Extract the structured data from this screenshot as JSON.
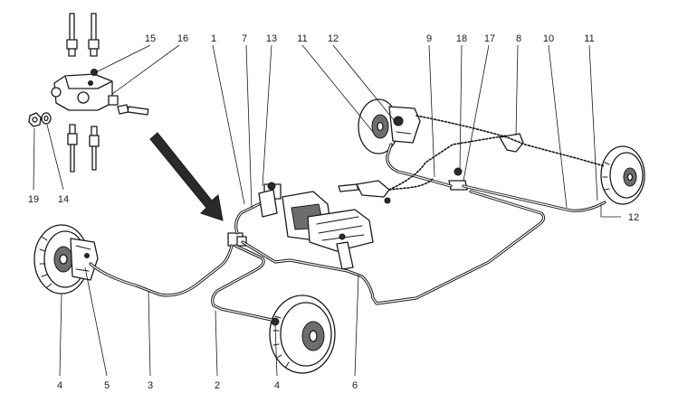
{
  "labels": {
    "l1": "1",
    "l2": "2",
    "l3": "3",
    "l4a": "4",
    "l4b": "4",
    "l5": "5",
    "l6": "6",
    "l7": "7",
    "l8": "8",
    "l9": "9",
    "l10": "10",
    "l11a": "11",
    "l11b": "11",
    "l12a": "12",
    "l12b": "12",
    "l13": "13",
    "l14": "14",
    "l15": "15",
    "l16": "16",
    "l17": "17",
    "l18": "18",
    "l19": "19"
  }
}
